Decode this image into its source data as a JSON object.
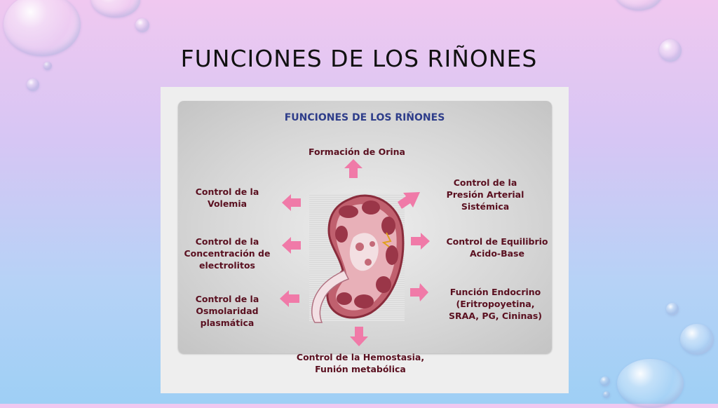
{
  "slide": {
    "title": "FUNCIONES DE LOS RIÑONES"
  },
  "diagram": {
    "title": "FUNCIONES DE LOS RIÑONES",
    "labels": {
      "top": "Formación de Orina",
      "left_1": "Control de la\nVolemia",
      "left_2": "Control de la\nConcentración de\nelectrolitos",
      "left_3": "Control de la\nOsmolaridad\nplasmática",
      "right_1": "Control de la\nPresión Arterial\nSistémica",
      "right_2": "Control de Equilibrio\nAcido-Base",
      "right_3": "Función Endocrino\n(Eritropoyetina,\nSRAA, PG, Cininas)",
      "bottom": "Control de la Hemostasia,\nFunión metabólica"
    },
    "colors": {
      "title": "#2e3d8a",
      "label": "#5a1020",
      "arrow": "#f07aa8",
      "kidney": "#b04a5a"
    }
  }
}
